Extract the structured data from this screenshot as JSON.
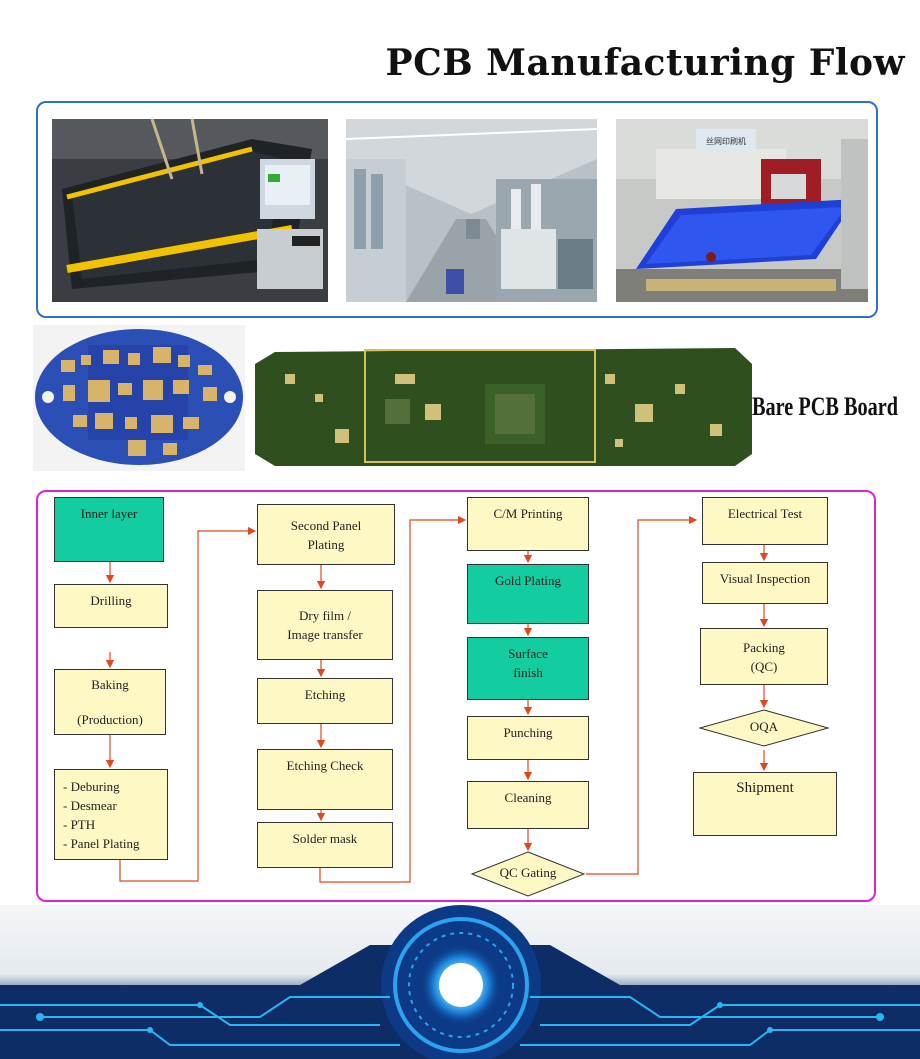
{
  "title": "PCB Manufacturing Flow",
  "photos": [
    {
      "name": "drilling-machine-photo"
    },
    {
      "name": "plating-line-photo"
    },
    {
      "name": "screen-printing-machine-photo",
      "sign_text": "丝网印刷机"
    }
  ],
  "board_label": "Bare PCB Board",
  "flow": {
    "col1": {
      "inner_layer": "Inner layer",
      "drilling": "Drilling",
      "baking_1": "Baking",
      "baking_2": "(Production)",
      "steps": [
        "- Deburing",
        "- Desmear",
        "- PTH",
        "- Panel Plating"
      ]
    },
    "col2": {
      "second_panel_1": "Second Panel",
      "second_panel_2": "Plating",
      "dry_film_1": "Dry film /",
      "dry_film_2": "Image transfer",
      "etching": "Etching",
      "etching_check": "Etching Check",
      "solder_mask": "Solder mask"
    },
    "col3": {
      "cm_printing": "C/M Printing",
      "gold_plating": "Gold Plating",
      "surface_1": "Surface",
      "surface_2": "finish",
      "punching": "Punching",
      "cleaning": "Cleaning",
      "qc_gating": "QC Gating"
    },
    "col4": {
      "electrical_test": "Electrical Test",
      "visual_inspection": "Visual Inspection",
      "packing_1": "Packing",
      "packing_2": "(QC)",
      "oqa": "OQA",
      "shipment": "Shipment"
    }
  },
  "colors": {
    "box_fill": "#fef9c4",
    "teal_fill": "#13cc9f",
    "arrow": "#e2481f",
    "photo_frame": "#2f6fcf",
    "flow_frame": "#e020d8"
  }
}
